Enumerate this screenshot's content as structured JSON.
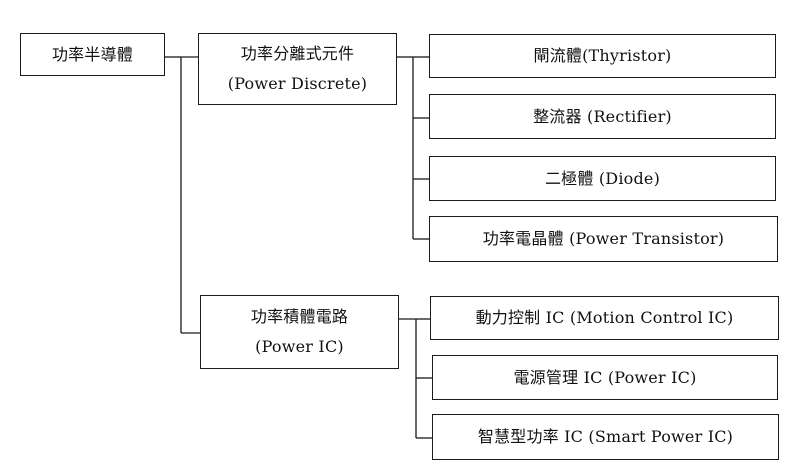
{
  "root": {
    "label": "功率半導體"
  },
  "branches": [
    {
      "line1": "功率分離式元件",
      "line2": "(Power Discrete)",
      "children": [
        "閘流體(Thyristor)",
        "整流器 (Rectifier)",
        "二極體 (Diode)",
        "功率電晶體 (Power Transistor)"
      ]
    },
    {
      "line1": "功率積體電路",
      "line2": "(Power IC)",
      "children": [
        "動力控制 IC (Motion Control IC)",
        "電源管理 IC (Power IC)",
        "智慧型功率 IC (Smart Power IC)"
      ]
    }
  ]
}
